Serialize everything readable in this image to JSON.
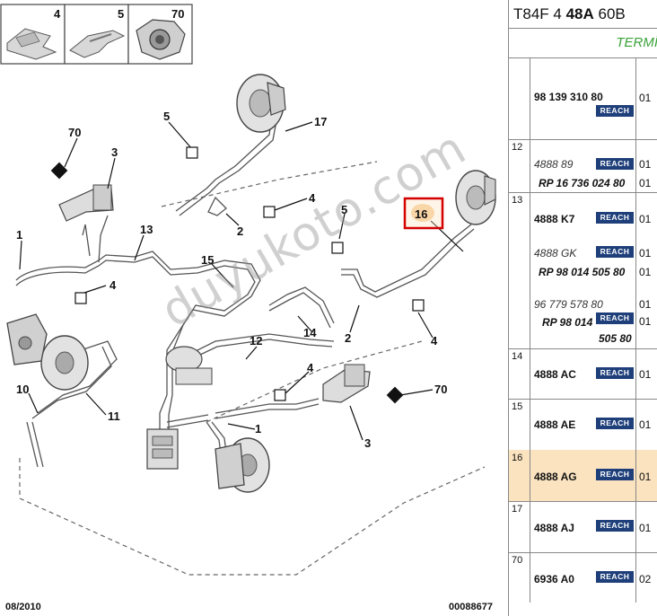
{
  "diagram": {
    "thumbnails": [
      "4",
      "5",
      "70"
    ],
    "callouts": {
      "c70a": "70",
      "c3a": "3",
      "c1a": "1",
      "c13": "13",
      "c5a": "5",
      "c17": "17",
      "c4a": "4",
      "c2a": "2",
      "c4b": "4",
      "c15": "15",
      "c16": "16",
      "c5b": "5",
      "c2b": "2",
      "c4c": "4",
      "c14": "14",
      "c12": "12",
      "c10": "10",
      "c11": "11",
      "c4d": "4",
      "c70b": "70",
      "c1b": "1",
      "c3b": "3"
    },
    "date": "08/2010",
    "ref_code": "00088677",
    "watermark": "duyukoto.com",
    "highlight_color": "#d40000"
  },
  "panel": {
    "header_a": "T84F 4 ",
    "header_b": "48A",
    "header_c": " 60B",
    "subheader": "TERMİ",
    "reach_label": "REACH",
    "rows": [
      {
        "idx": "",
        "ref": "98 139 310 80",
        "qty": "01"
      },
      {
        "idx": "12",
        "sub1": "4888 89",
        "qty1": "01",
        "sub2": "RP 16 736 024 80",
        "qty2": "01"
      },
      {
        "idx": "13",
        "ref": "4888 K7",
        "qty": "01",
        "sub1": "4888 GK",
        "qty1": "01",
        "sub2": "RP 98 014 505 80",
        "qty2": "01",
        "sub3": "96 779 578 80",
        "qty3": "01",
        "sub4a": "RP 98 014",
        "sub4b": "505 80",
        "qty4": "01"
      },
      {
        "idx": "14",
        "ref": "4888 AC",
        "qty": "01"
      },
      {
        "idx": "15",
        "ref": "4888 AE",
        "qty": "01"
      },
      {
        "idx": "16",
        "ref": "4888 AG",
        "qty": "01",
        "selected": true
      },
      {
        "idx": "17",
        "ref": "4888 AJ",
        "qty": "01"
      },
      {
        "idx": "70",
        "ref": "6936 A0",
        "qty": "02"
      }
    ],
    "selected_color": "#fbe3c0",
    "reach_color": "#1e3f7a"
  }
}
